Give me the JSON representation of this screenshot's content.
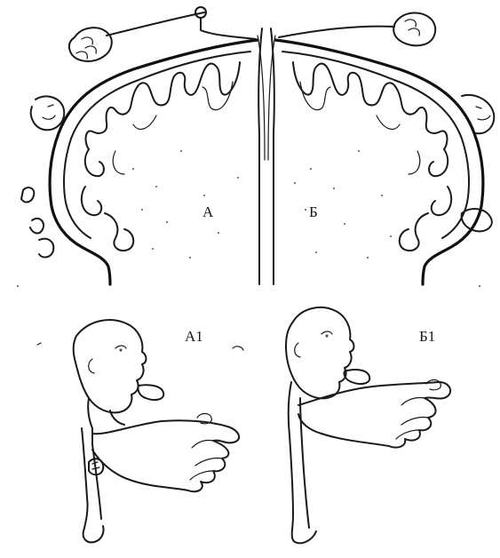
{
  "labels": {
    "left_hemisphere": "А",
    "right_hemisphere": "Б",
    "left_homunculus": "А1",
    "right_homunculus": "Б1"
  },
  "colors": {
    "ink": "#1a1a1a",
    "background": "#ffffff"
  }
}
